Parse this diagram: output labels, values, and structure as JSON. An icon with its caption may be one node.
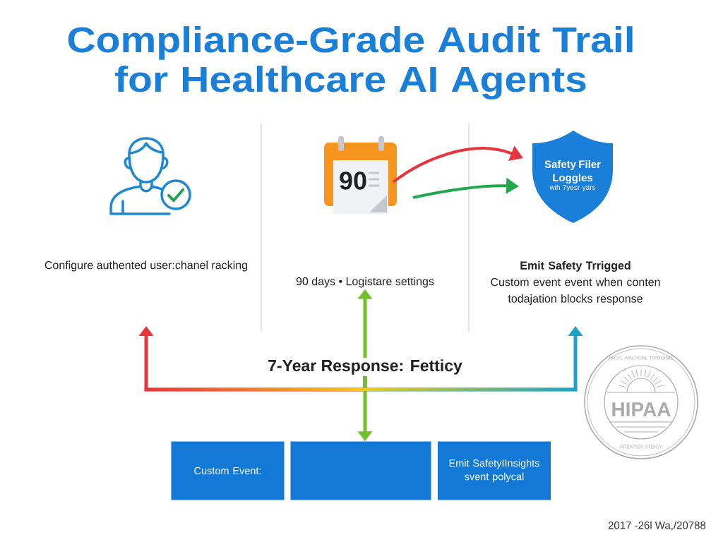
{
  "diagram": {
    "title": "Compliance-Grade Audit Trail for Healthcare AI Agents",
    "nodes": [
      {
        "text": [],
        "shape": "person"
      },
      {
        "text": [
          "90"
        ]
      },
      {
        "text": [
          "Safety Filer Loggles",
          "wih 7yesr yars"
        ]
      },
      {
        "text": [
          "Configure authented user:chanel racking"
        ]
      },
      {
        "text": [
          "90 days • Logistare settings"
        ]
      },
      {
        "text": [
          "Emit Safety Trrigged",
          "Custom event event when conten todajation blocks response"
        ]
      },
      {
        "text": [
          "7-Year Response: Fetticy"
        ]
      },
      {
        "text": [
          "Custom Event:"
        ]
      },
      {
        "text": [],
        "shape": "box"
      },
      {
        "text": [
          "Emit SafetyIInsights svent polycal"
        ]
      }
    ],
    "edges": [
      {
        "from": 6,
        "to": 3,
        "arrow": "to",
        "color": "#e8343c"
      },
      {
        "from": 6,
        "to": 4,
        "arrow": "to",
        "color": "#72c02c"
      },
      {
        "from": 6,
        "to": 5,
        "arrow": "to",
        "color": "#1ba3c6"
      },
      {
        "from": 6,
        "to": 8,
        "arrow": "to",
        "color": "#72c02c"
      },
      {
        "from": 1,
        "to": 2,
        "arrow": "to",
        "color": "#e8343c"
      },
      {
        "from": 1,
        "to": 2,
        "arrow": "to",
        "color": "#22a84c"
      }
    ],
    "labels": [
      "ARO'L ANLTICAL TOWSINIE",
      "HIPAA",
      "RFENTER STEICY",
      "2017 -26l Wa,/20788"
    ]
  }
}
